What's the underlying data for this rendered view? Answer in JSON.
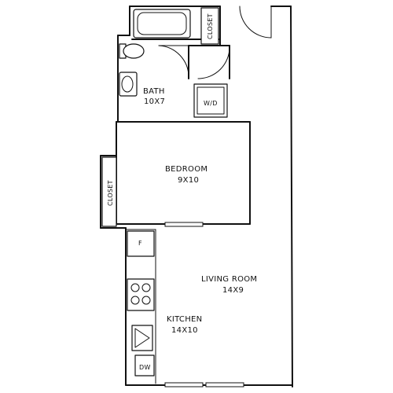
{
  "rooms": {
    "bath": {
      "name": "BATH",
      "size": "10X7"
    },
    "bedroom": {
      "name": "BEDROOM",
      "size": "9X10"
    },
    "living_room": {
      "name": "LIVING ROOM",
      "size": "14X9"
    },
    "kitchen": {
      "name": "KITCHEN",
      "size": "14X10"
    }
  },
  "closets": {
    "bath_closet": "CLOSET",
    "bedroom_closet": "CLOSET"
  },
  "appliances": {
    "washer_dryer": "W/D",
    "fridge": "F",
    "dishwasher": "DW"
  }
}
